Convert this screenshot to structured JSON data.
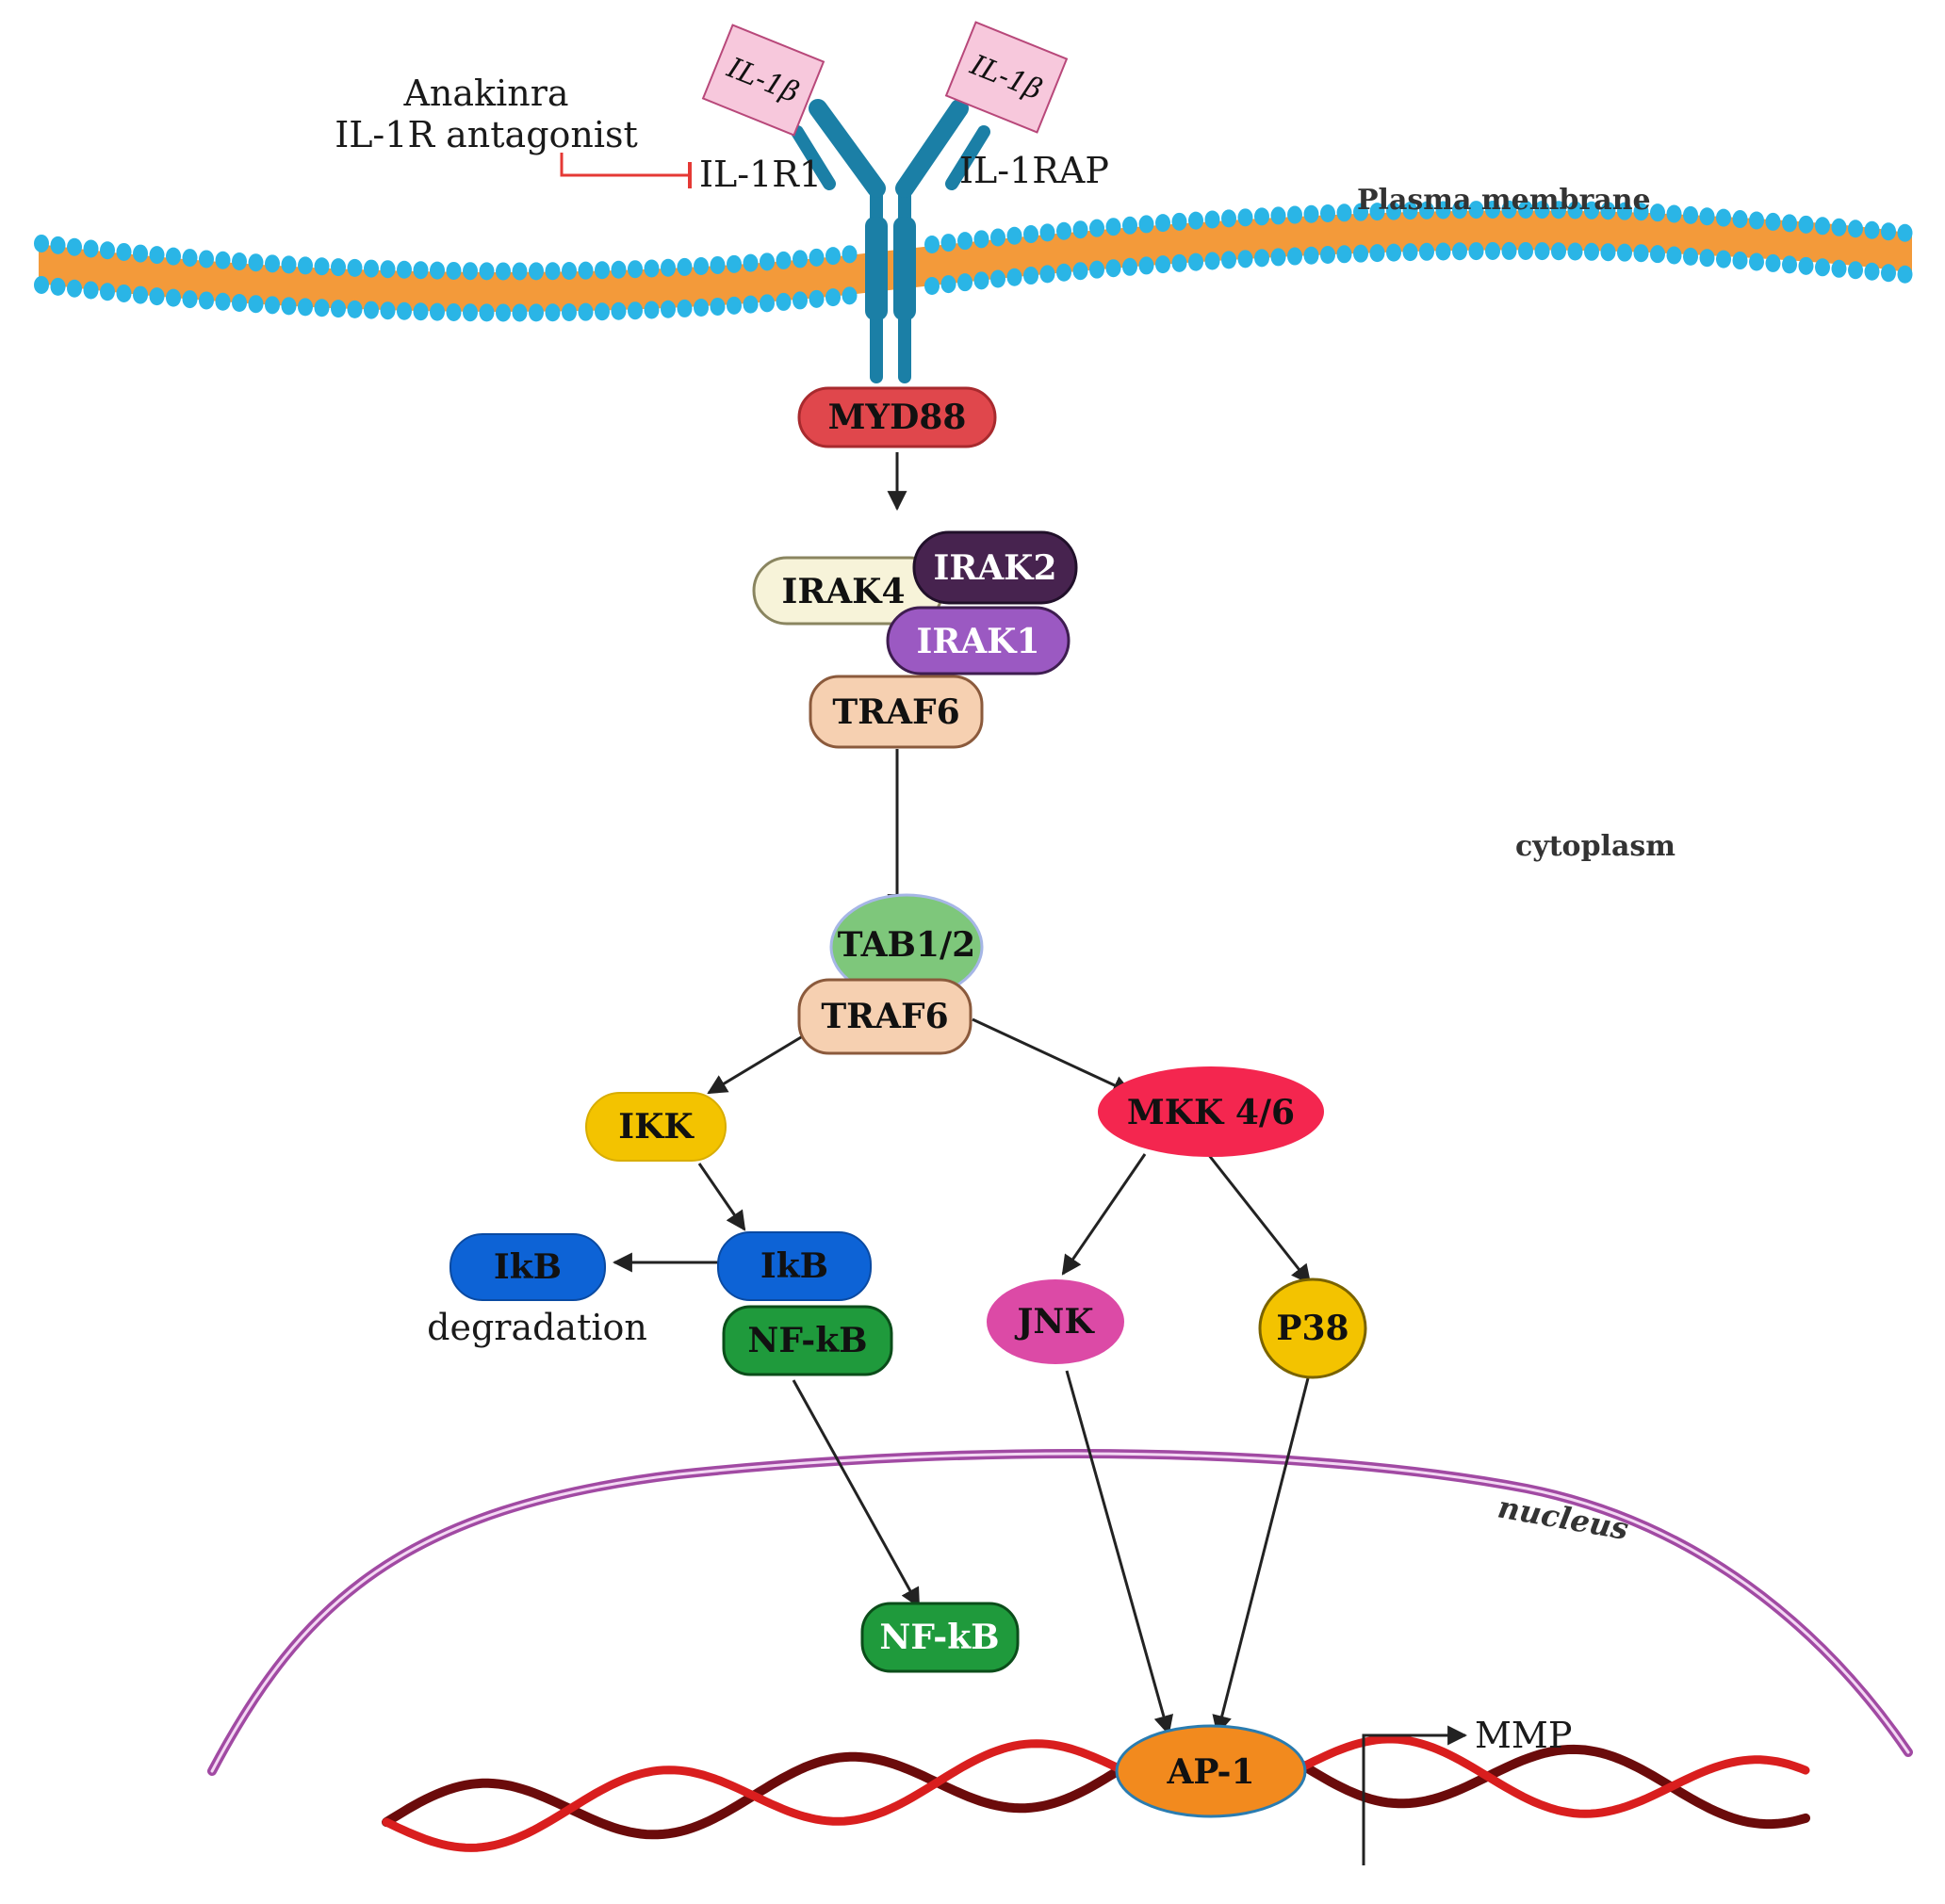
{
  "labels": {
    "drug_name": "Anakinra",
    "drug_class": "IL-1R antagonist",
    "receptor1": "IL-1R1",
    "receptor2": "IL-1RAP",
    "ligand_left": "IL-1β",
    "ligand_right": "IL-1β",
    "membrane": "Plasma membrane",
    "cytoplasm": "cytoplasm",
    "nucleus": "nucleus",
    "degradation": "degradation",
    "product": "MMP"
  },
  "nodes": {
    "myd88": "MYD88",
    "irak4": "IRAK4",
    "irak2": "IRAK2",
    "irak1": "IRAK1",
    "traf6_a": "TRAF6",
    "tab12": "TAB1/2",
    "traf6_b": "TRAF6",
    "ikk": "IKK",
    "mkk46": "MKK 4/6",
    "ikb_deg": "IkB",
    "ikb": "IkB",
    "nfkb_cyto": "NF-kB",
    "jnk": "JNK",
    "p38": "P38",
    "nfkb_nuc": "NF-kB",
    "ap1": "AP-1"
  },
  "colors": {
    "receptor": "#1b7fa6",
    "membrane_head": "#2ab5e6",
    "membrane_tail": "#f39a3a",
    "ligand_fill": "#f7c8dc",
    "ligand_stroke": "#b8487a",
    "inhibitor_line": "#e53935",
    "myd88": "#e0474c",
    "irak4": "#f7f3d9",
    "irak2": "#47234f",
    "irak1": "#9b59c2",
    "traf6": "#f6d0b1",
    "tab12": "#7ec77b",
    "ikk": "#f3c300",
    "mkk46": "#f4264f",
    "ikb": "#0d63d6",
    "nfkb": "#1f9a3c",
    "jnk": "#dc4aa6",
    "p38": "#f3c300",
    "ap1": "#f28a1e",
    "nucleus": "#a14aa3",
    "dna_light": "#d91e1e",
    "dna_dark": "#6b0b0b"
  }
}
